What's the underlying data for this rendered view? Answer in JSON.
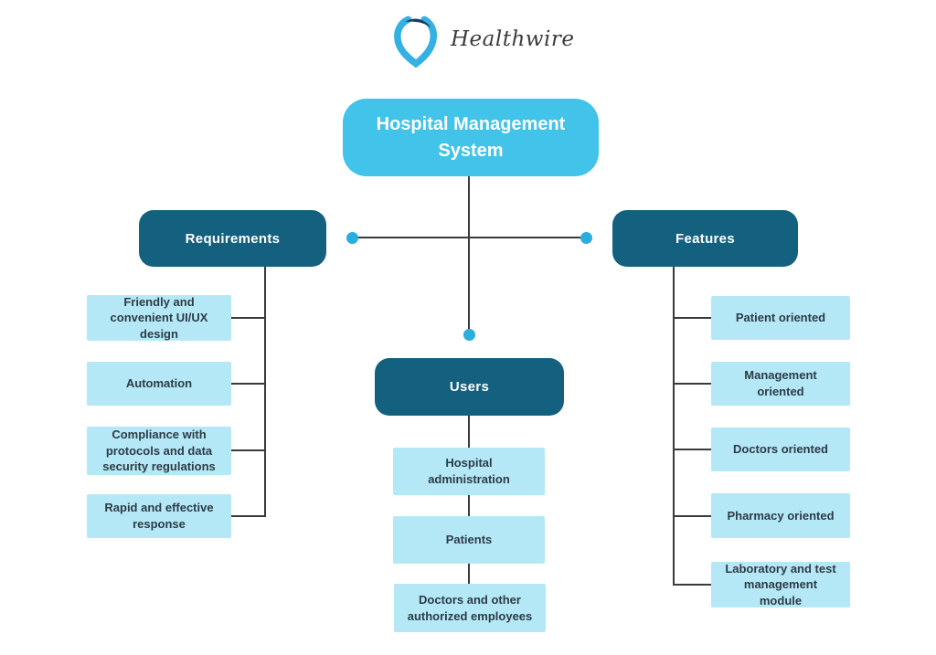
{
  "logo": {
    "brand": "Healthwire"
  },
  "diagram": {
    "root": {
      "label": "Hospital Management System"
    },
    "branches": [
      {
        "label": "Requirements",
        "items": [
          "Friendly and convenient UI/UX design",
          "Automation",
          "Compliance with protocols and data security regulations",
          "Rapid and effective response"
        ]
      },
      {
        "label": "Users",
        "items": [
          "Hospital administration",
          "Patients",
          "Doctors and other authorized employees"
        ]
      },
      {
        "label": "Features",
        "items": [
          "Patient oriented",
          "Management oriented",
          "Doctors oriented",
          "Pharmacy oriented",
          "Laboratory and test management module"
        ]
      }
    ]
  },
  "colors": {
    "root_fill": "#41c3ea",
    "branch_fill": "#14607f",
    "leaf_fill": "#b5e8f6",
    "leaf_text": "#2c3b46",
    "connector": "#3a3a3a",
    "connector_dot": "#2badde",
    "brand_text": "#3b3b3b",
    "logo_blue": "#35b0e3",
    "logo_navy": "#1d3d5f"
  }
}
